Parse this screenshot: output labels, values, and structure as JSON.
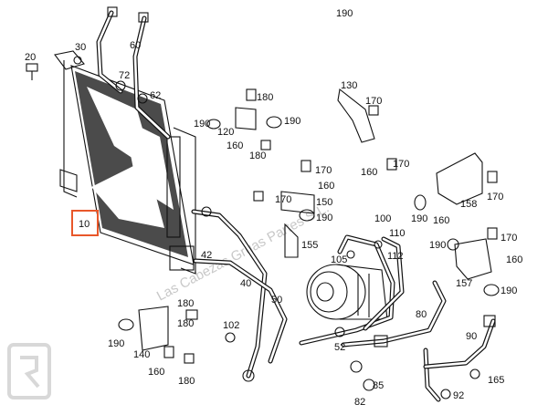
{
  "labels": {
    "l10": "10",
    "l20": "20",
    "l30": "30",
    "l40": "40",
    "l42": "42",
    "l50": "50",
    "l52": "52",
    "l60": "60",
    "l62": "62",
    "l72": "72",
    "l80": "80",
    "l82": "82",
    "l85": "85",
    "l90": "90",
    "l92": "92",
    "l100": "100",
    "l102": "102",
    "l105": "105",
    "l110": "110",
    "l112": "112",
    "l120": "120",
    "l130": "130",
    "l140": "140",
    "l150": "150",
    "l155": "155",
    "l157": "157",
    "l158": "158",
    "l160a": "160",
    "l160b": "160",
    "l160c": "160",
    "l160d": "160",
    "l160e": "160",
    "l160f": "160",
    "l165": "165",
    "l170a": "170",
    "l170b": "170",
    "l170c": "170",
    "l170d": "170",
    "l170e": "170",
    "l170f": "170",
    "l180a": "180",
    "l180b": "180",
    "l180c": "180",
    "l180d": "180",
    "l180e": "180",
    "l190a": "190",
    "l190b": "190",
    "l190c": "190",
    "l190d": "190",
    "l190e": "190",
    "l190f": "190",
    "l190g": "190",
    "l190h": "190"
  },
  "watermark": "Las Cabezas Grúas Partes S.L.",
  "highlight_color": "#e8572a"
}
